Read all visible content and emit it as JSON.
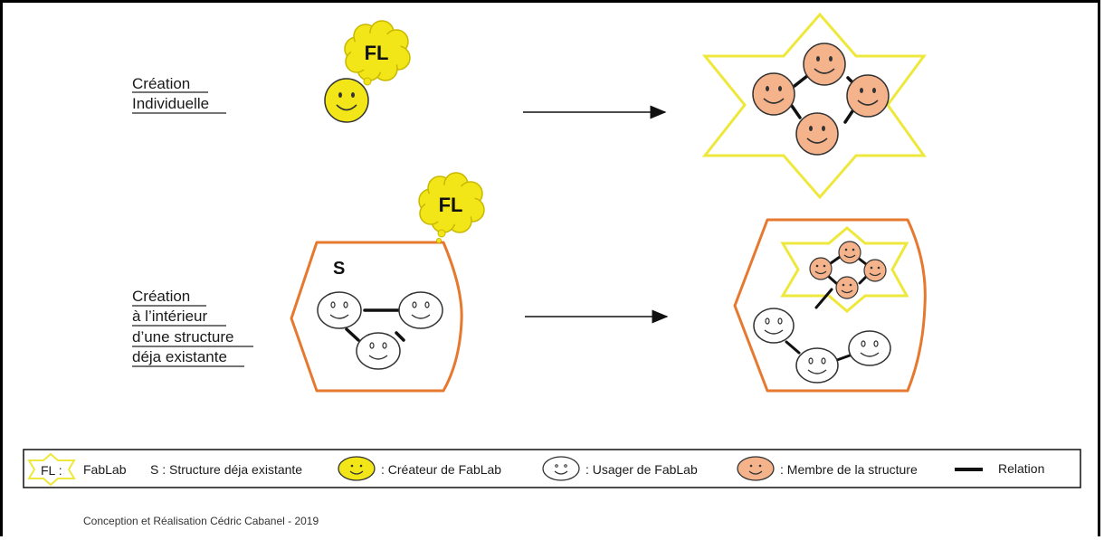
{
  "section_individual": {
    "line1": "Création",
    "line2": "Individuelle"
  },
  "section_structure": {
    "line1": "Création",
    "line2": "à l’intérieur",
    "line3": "d’une structure",
    "line4": "déja existante"
  },
  "badge": {
    "text": "FL"
  },
  "structure_label": "S",
  "legend": {
    "fablab_symbol": "FL :",
    "fablab": "FabLab",
    "structure": "S : Structure déja existante",
    "creator": ": Créateur de FabLab",
    "user": ": Usager de FabLab",
    "member": ": Membre de la structure",
    "relation": "Relation"
  },
  "credit": "Conception et Réalisation Cédric Cabanel - 2019",
  "colors": {
    "creator_fill": "#f2e618",
    "member_fill": "#f5b38c",
    "user_fill": "#ffffff",
    "star_stroke": "#eee83c",
    "structure_stroke": "#e6792f"
  },
  "icons": [
    "smiley-creator-icon",
    "smiley-member-icon",
    "smiley-user-icon",
    "cloud-badge-icon",
    "star-fablab-icon",
    "arrow-right-icon"
  ]
}
